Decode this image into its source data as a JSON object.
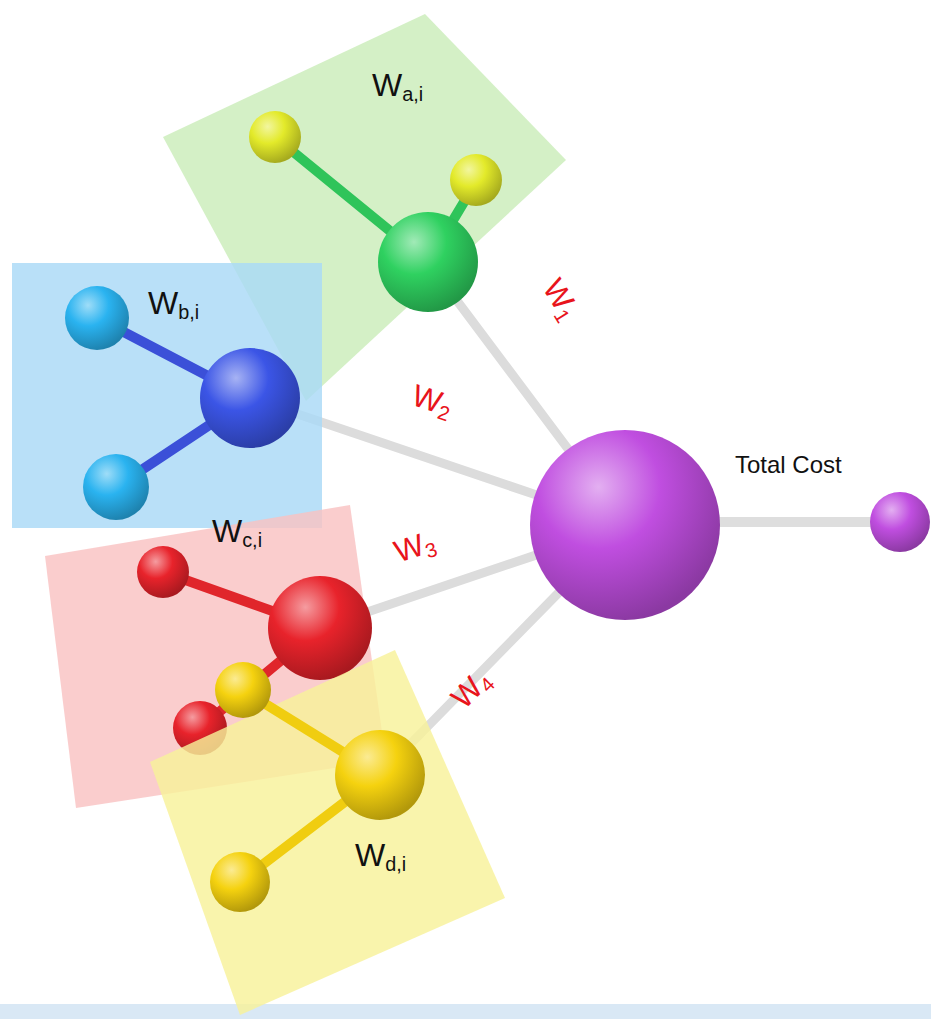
{
  "diagram": {
    "nodes": [
      {
        "text": [
          "Wa,i"
        ]
      },
      {
        "text": [
          "Wb,i"
        ]
      },
      {
        "text": [
          "Wc,i"
        ]
      },
      {
        "text": [
          "Wd,i"
        ]
      },
      {
        "text": [
          "Total Cost"
        ]
      }
    ],
    "edges": [
      {
        "from": 0,
        "to": 4,
        "arrow": "none",
        "label": "W1"
      },
      {
        "from": 1,
        "to": 4,
        "arrow": "none",
        "label": "W2"
      },
      {
        "from": 2,
        "to": 4,
        "arrow": "none",
        "label": "W3"
      },
      {
        "from": 3,
        "to": 4,
        "arrow": "none",
        "label": "W4"
      }
    ]
  }
}
